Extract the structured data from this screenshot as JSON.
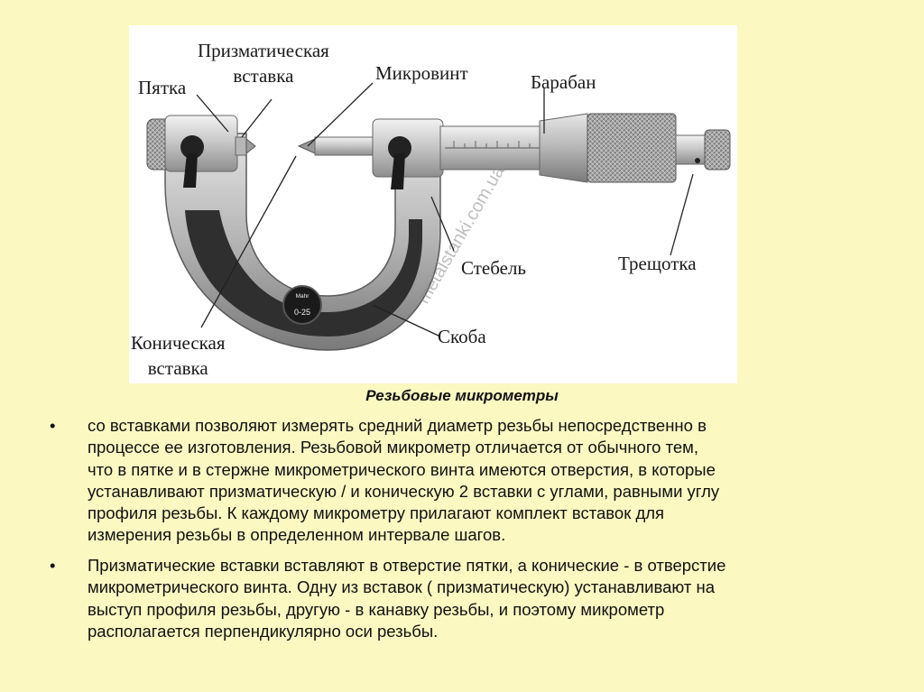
{
  "figure": {
    "labels": {
      "prismatic": "Призматическая\nвставка",
      "micro_screw": "Микровинт",
      "heel": "Пятка",
      "drum": "Барабан",
      "stem": "Стебель",
      "ratchet": "Трещотка",
      "frame": "Скоба",
      "conical": "Коническая\nвставка"
    },
    "badge": {
      "brand": "Mahr",
      "range": "0-25"
    },
    "watermark": "metalstanki.com.ua"
  },
  "caption": "Резьбовые микрометры",
  "bullets": [
    {
      "mark": "•",
      "text": " со вставками позволяют измерять средний диаметр резьбы непосредственно в\nпроцессе ее изготовления. Резьбовой микрометр отличается от обычного тем,\nчто в пятке и в стержне микрометрического винта имеются отверстия, в которые\nустанавливают призматическую / и коническую 2 вставки с углами, равными углу\nпрофиля резьбы. К каждому микрометру прилагают комплект вставок для\nизмерения резьбы в определенном интервале шагов."
    },
    {
      "mark": "•",
      "text": "Призматические вставки вставляют в отверстие пятки, а конические - в отверстие\nмикрометрического винта. Одну из вставок ( призматическую) устанавливают на\nвыступ профиля резьбы, другую - в канавку резьбы, и поэтому микрометр\nрасполагается перпендикулярно оси резьбы."
    }
  ]
}
